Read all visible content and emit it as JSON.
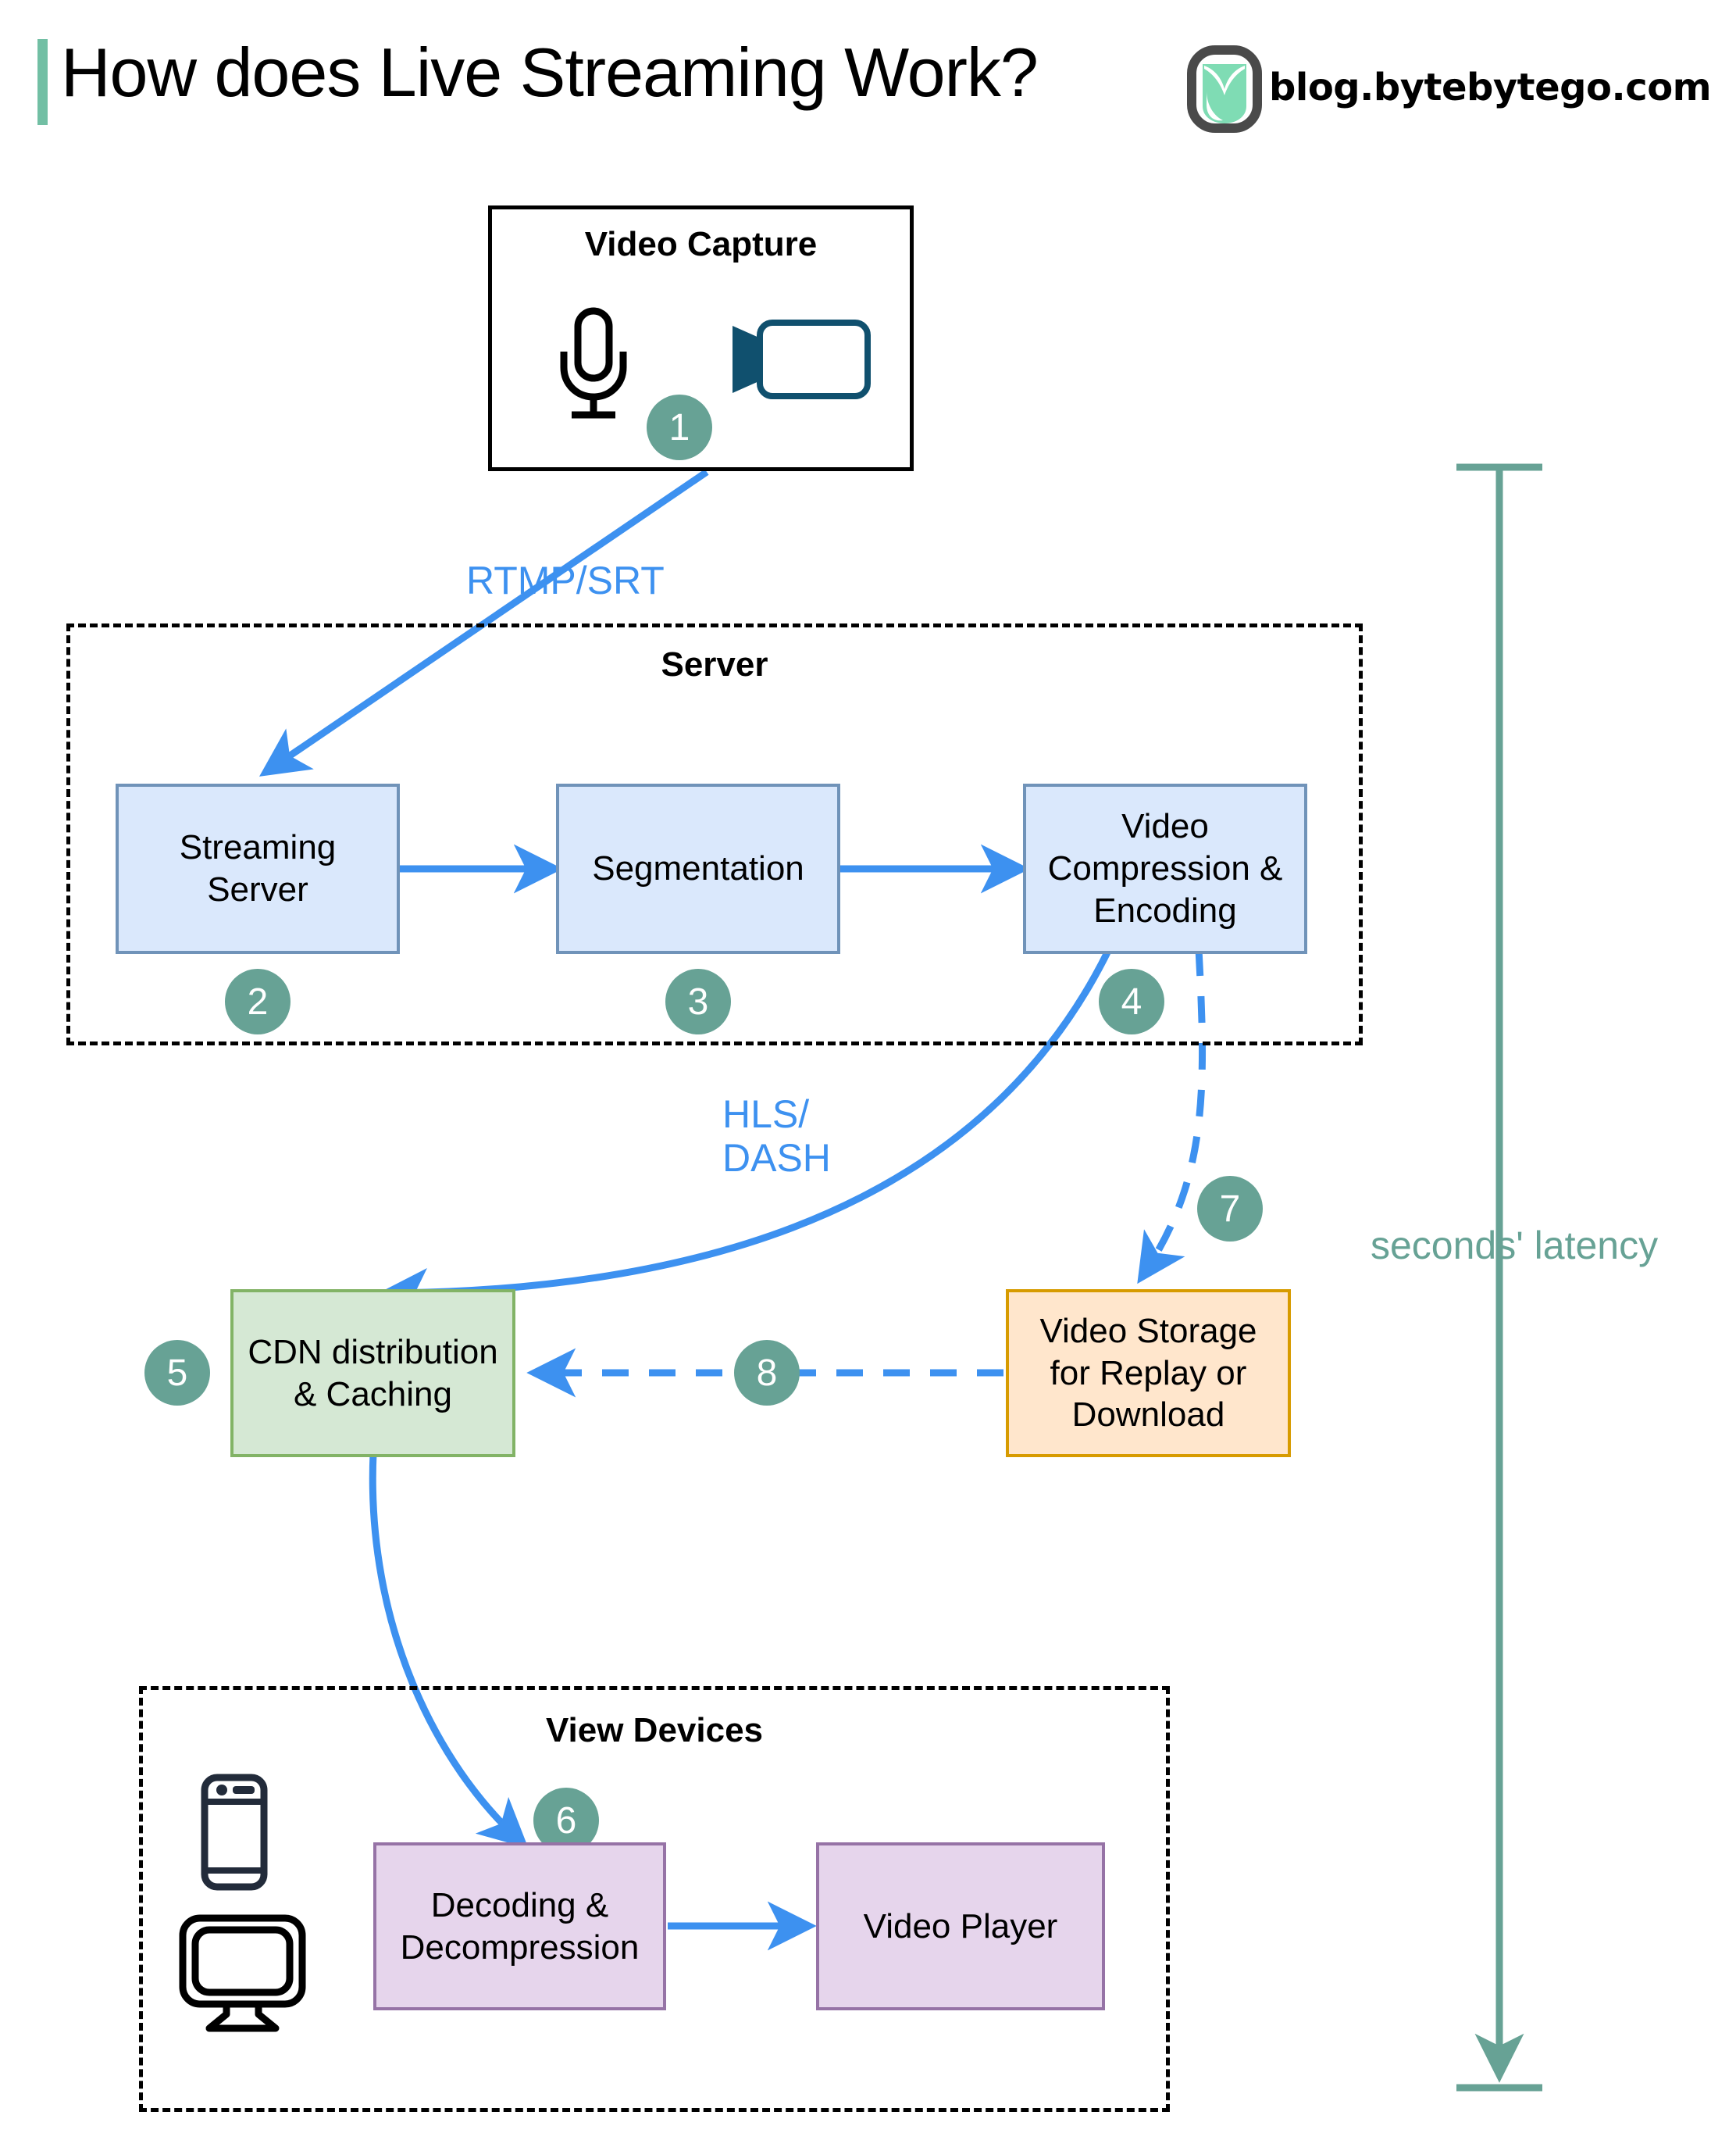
{
  "header": {
    "title": "How does Live Streaming Work?",
    "brand": "blog.bytebytego.com",
    "accent_color": "#72bfa4",
    "logo_icon": "bytebytego-logo-icon"
  },
  "palette": {
    "badge_teal": "#67a295",
    "edge_blue": "#3d91f0",
    "blue_node_fill": "#dae8fc",
    "blue_node_border": "#7093b9",
    "green_node_fill": "#d5e8d4",
    "green_node_border": "#82b366",
    "orange_node_fill": "#ffe6cc",
    "orange_node_border": "#d79b00",
    "purple_node_fill": "#e6d5ec",
    "purple_node_border": "#9673a6",
    "latency_teal": "#67a295",
    "camera_icon_color": "#10506e",
    "phone_icon_color": "#222b3a"
  },
  "groups": {
    "capture": {
      "title": "Video Capture"
    },
    "server": {
      "title": "Server"
    },
    "view_devices": {
      "title": "View Devices"
    }
  },
  "icons": {
    "microphone": "microphone-icon",
    "camera": "video-camera-icon",
    "phone": "mobile-phone-icon",
    "monitor": "desktop-monitor-icon"
  },
  "nodes": [
    {
      "id": "streaming-server",
      "label": "Streaming\nServer"
    },
    {
      "id": "segmentation",
      "label": "Segmentation"
    },
    {
      "id": "video-compression",
      "label": "Video\nCompression &\nEncoding"
    },
    {
      "id": "cdn",
      "label": "CDN distribution\n& Caching"
    },
    {
      "id": "video-storage",
      "label": "Video Storage\nfor Replay or\nDownload"
    },
    {
      "id": "decoding",
      "label": "Decoding &\nDecompression"
    },
    {
      "id": "video-player",
      "label": "Video Player"
    }
  ],
  "steps": {
    "s1": "1",
    "s2": "2",
    "s3": "3",
    "s4": "4",
    "s5": "5",
    "s6": "6",
    "s7": "7",
    "s8": "8"
  },
  "edge_labels": {
    "rtmp": "RTMP/SRT",
    "hls_dash": "HLS/\nDASH"
  },
  "annotations": {
    "latency": "seconds' latency"
  }
}
